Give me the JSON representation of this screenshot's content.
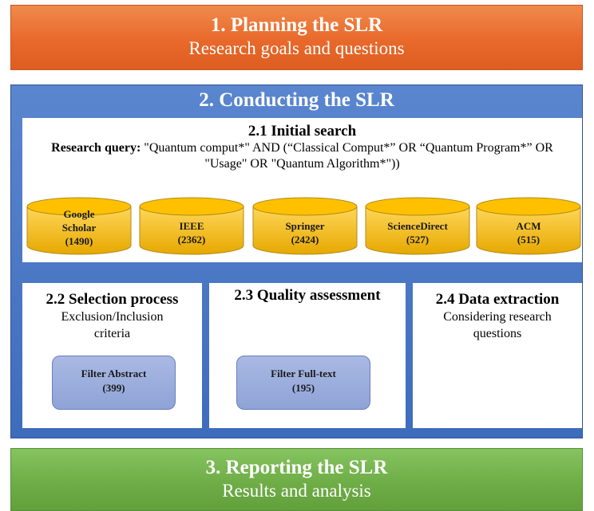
{
  "phase1": {
    "title": "1. Planning the SLR",
    "subtitle": "Research goals and questions"
  },
  "phase2": {
    "title": "2. Conducting the SLR",
    "search": {
      "title": "2.1 Initial search",
      "query_label": "Research query:",
      "query_text": " \"Quantum comput*\" AND (“Classical Comput*” OR “Quantum Program*” OR \"Usage\" OR \"Quantum Algorithm*\"))",
      "databases": [
        {
          "line1": "Google",
          "line2": "Scholar",
          "line3": "(1490)"
        },
        {
          "line1": "IEEE",
          "line2": "(2362)"
        },
        {
          "line1": "Springer",
          "line2": "(2424)"
        },
        {
          "line1": "ScienceDirect",
          "line2": "(527)"
        },
        {
          "line1": "ACM",
          "line2": "(515)"
        }
      ]
    },
    "selection": {
      "title": "2.2 Selection process",
      "desc": "Exclusion/Inclusion criteria",
      "filter_label": "Filter Abstract",
      "filter_count": "(399)"
    },
    "quality": {
      "title": "2.3 Quality assessment",
      "filter_label": "Filter Full-text",
      "filter_count": "(195)"
    },
    "extraction": {
      "title": "2.4 Data extraction",
      "desc": "Considering research questions"
    }
  },
  "phase3": {
    "title": "3. Reporting the SLR",
    "subtitle": "Results and analysis"
  },
  "colors": {
    "planning": "#e8692b",
    "conducting": "#4472c4",
    "reporting": "#70ad47",
    "database": "#ffc000",
    "filter": "#8ea3d6"
  }
}
